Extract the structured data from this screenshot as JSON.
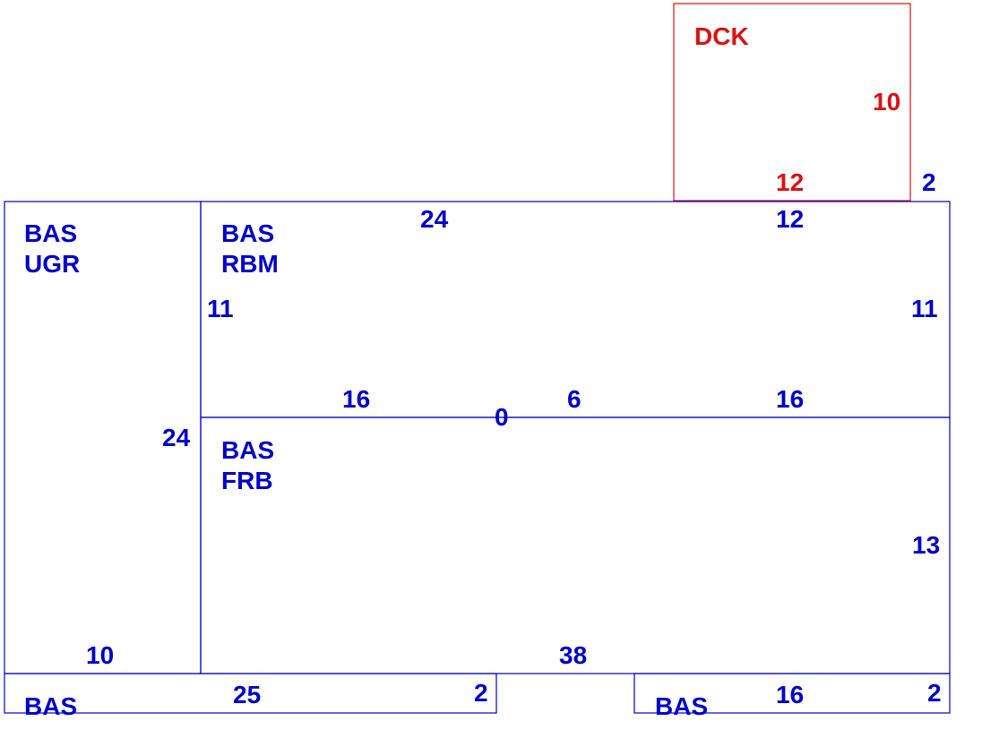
{
  "colors": {
    "primary": "#0000cc",
    "deck": "#dd1111",
    "background": "#ffffff"
  },
  "areas": {
    "ugr": {
      "line1": "BAS",
      "line2": "UGR",
      "dim_left_inner": "24",
      "dim_bottom": "10"
    },
    "rbm": {
      "line1": "BAS",
      "line2": "RBM",
      "dim_top": "24",
      "dim_top_right": "12",
      "dim_left": "11",
      "dim_right": "11",
      "dim_bottom_left": "16",
      "dim_bottom_mid": "6",
      "dim_bottom_right": "16",
      "dim_zero": "0"
    },
    "frb": {
      "line1": "BAS",
      "line2": "FRB",
      "dim_right": "13",
      "dim_bottom": "38"
    },
    "dck": {
      "line1": "DCK",
      "dim_right": "10",
      "dim_bottom": "12",
      "dim_offset": "2"
    },
    "bottom_left": {
      "line1": "BAS",
      "dim_top": "25",
      "dim_right": "2"
    },
    "bottom_right": {
      "line1": "BAS",
      "dim_top": "16",
      "dim_right": "2"
    }
  }
}
